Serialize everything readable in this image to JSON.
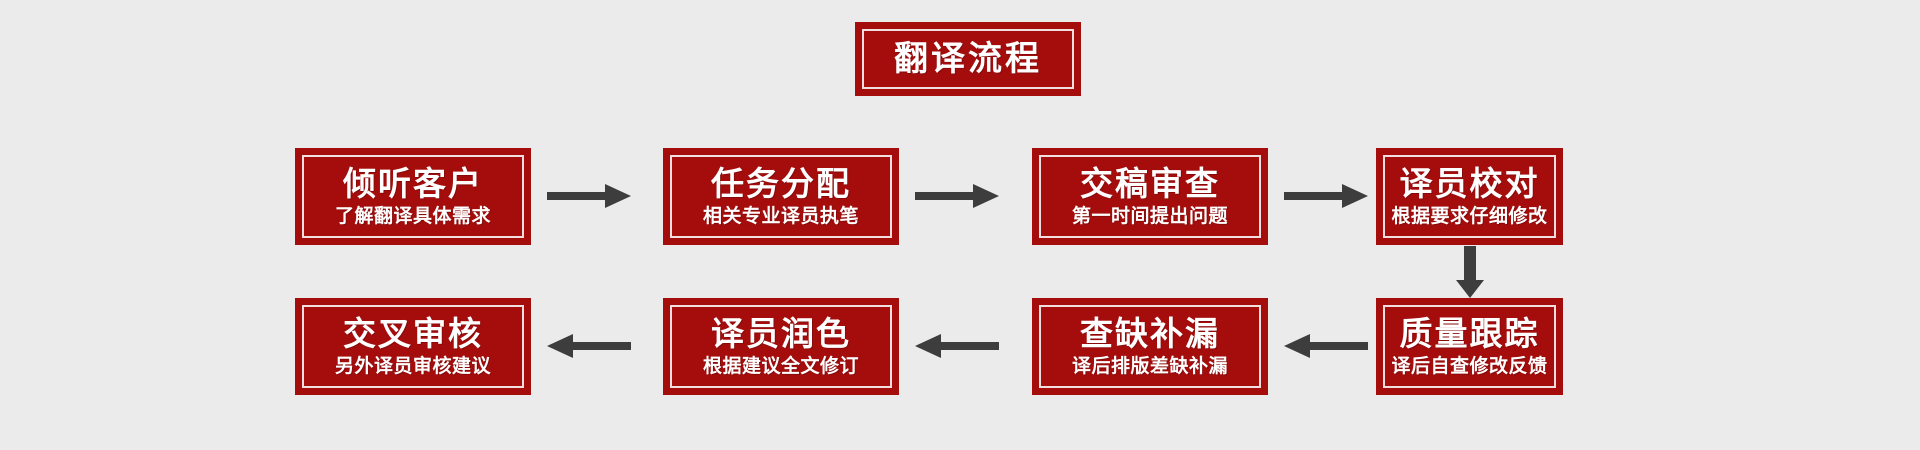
{
  "diagram": {
    "background_color": "#ebebeb",
    "node_fill_color": "#a50d0d",
    "node_border_color": "#a50d0d",
    "node_inner_border_color": "#f2dede",
    "node_text_color": "#ffffff",
    "arrow_color": "#3d3d3d",
    "title": {
      "label": "翻译流程"
    },
    "rows": [
      {
        "direction": "left-to-right",
        "nodes": [
          {
            "title": "倾听客户",
            "subtitle": "了解翻译具体需求"
          },
          {
            "title": "任务分配",
            "subtitle": "相关专业译员执笔"
          },
          {
            "title": "交稿审查",
            "subtitle": "第一时间提出问题"
          },
          {
            "title": "译员校对",
            "subtitle": "根据要求仔细修改"
          }
        ]
      },
      {
        "direction": "right-to-left",
        "nodes": [
          {
            "title": "质量跟踪",
            "subtitle": "译后自查修改反馈"
          },
          {
            "title": "查缺补漏",
            "subtitle": "译后排版差缺补漏"
          },
          {
            "title": "译员润色",
            "subtitle": "根据建议全文修订"
          },
          {
            "title": "交叉审核",
            "subtitle": "另外译员审核建议"
          }
        ]
      }
    ],
    "connectors": [
      {
        "name": "arrow-right-1",
        "type": "arrow-right"
      },
      {
        "name": "arrow-right-2",
        "type": "arrow-right"
      },
      {
        "name": "arrow-right-3",
        "type": "arrow-right"
      },
      {
        "name": "arrow-down-1",
        "type": "arrow-down"
      },
      {
        "name": "arrow-left-1",
        "type": "arrow-left"
      },
      {
        "name": "arrow-left-2",
        "type": "arrow-left"
      },
      {
        "name": "arrow-left-3",
        "type": "arrow-left"
      }
    ]
  }
}
